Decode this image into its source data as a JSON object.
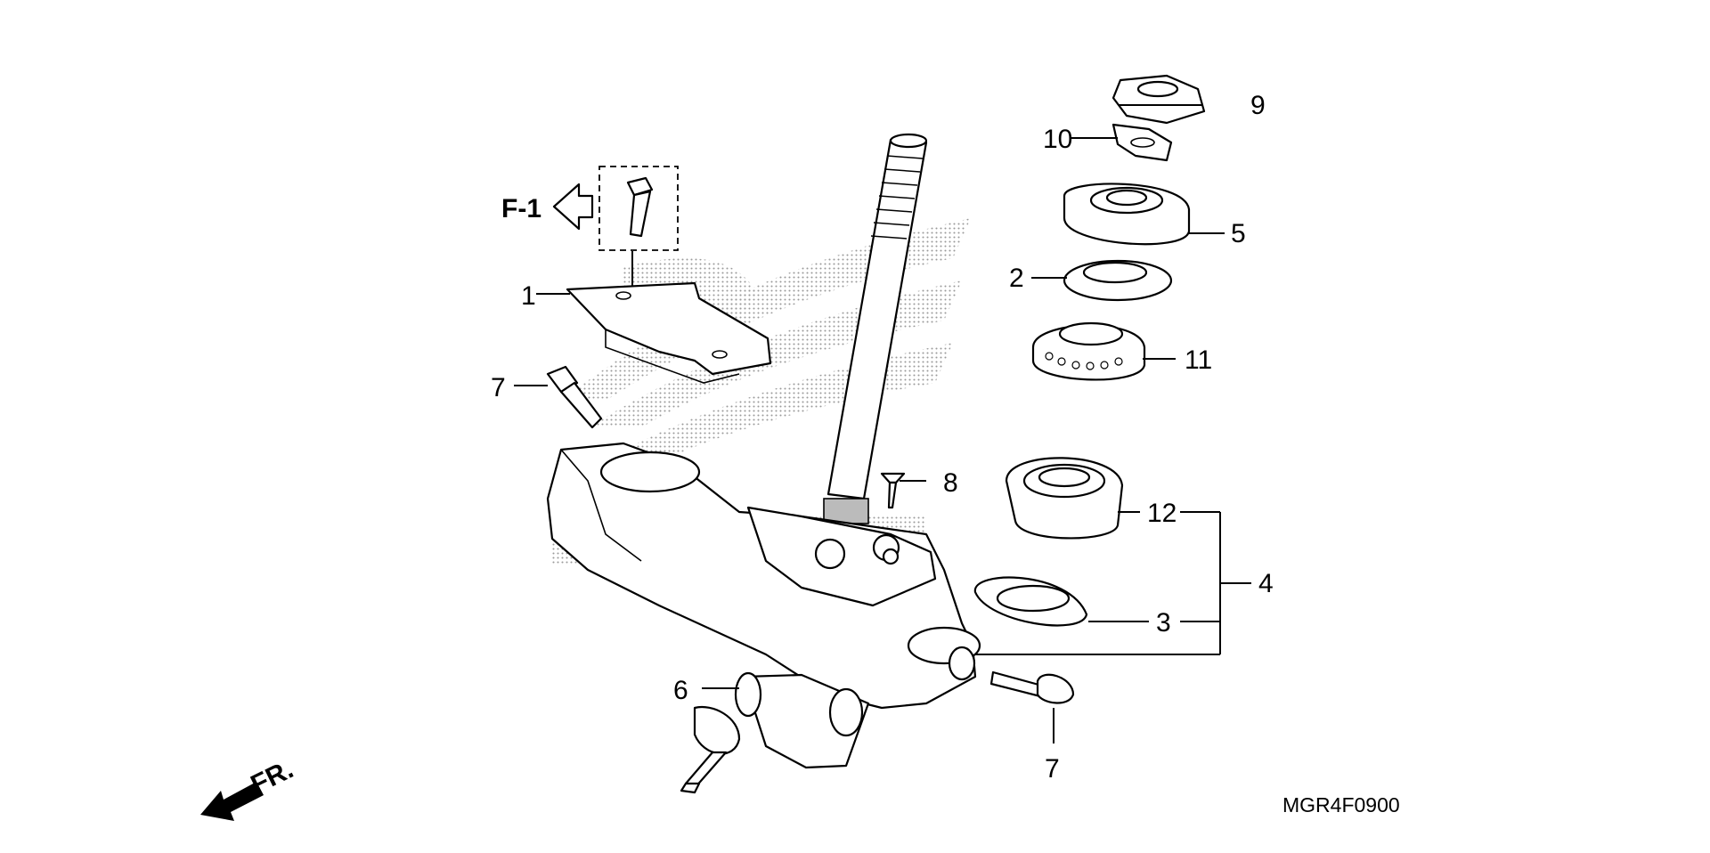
{
  "callouts": [
    {
      "id": "1",
      "text": "1"
    },
    {
      "id": "2",
      "text": "2"
    },
    {
      "id": "3",
      "text": "3"
    },
    {
      "id": "4",
      "text": "4"
    },
    {
      "id": "5",
      "text": "5"
    },
    {
      "id": "6",
      "text": "6"
    },
    {
      "id": "7a",
      "text": "7"
    },
    {
      "id": "7b",
      "text": "7"
    },
    {
      "id": "8",
      "text": "8"
    },
    {
      "id": "9",
      "text": "9"
    },
    {
      "id": "10",
      "text": "10"
    },
    {
      "id": "11",
      "text": "11"
    },
    {
      "id": "12",
      "text": "12"
    }
  ],
  "reference": {
    "text": "F-1"
  },
  "direction": {
    "text": "FR."
  },
  "diagram_code": {
    "text": "MGR4F0900"
  },
  "colors": {
    "line": "#000000",
    "background": "#ffffff",
    "watermark_dots": "#9a9a9a"
  }
}
